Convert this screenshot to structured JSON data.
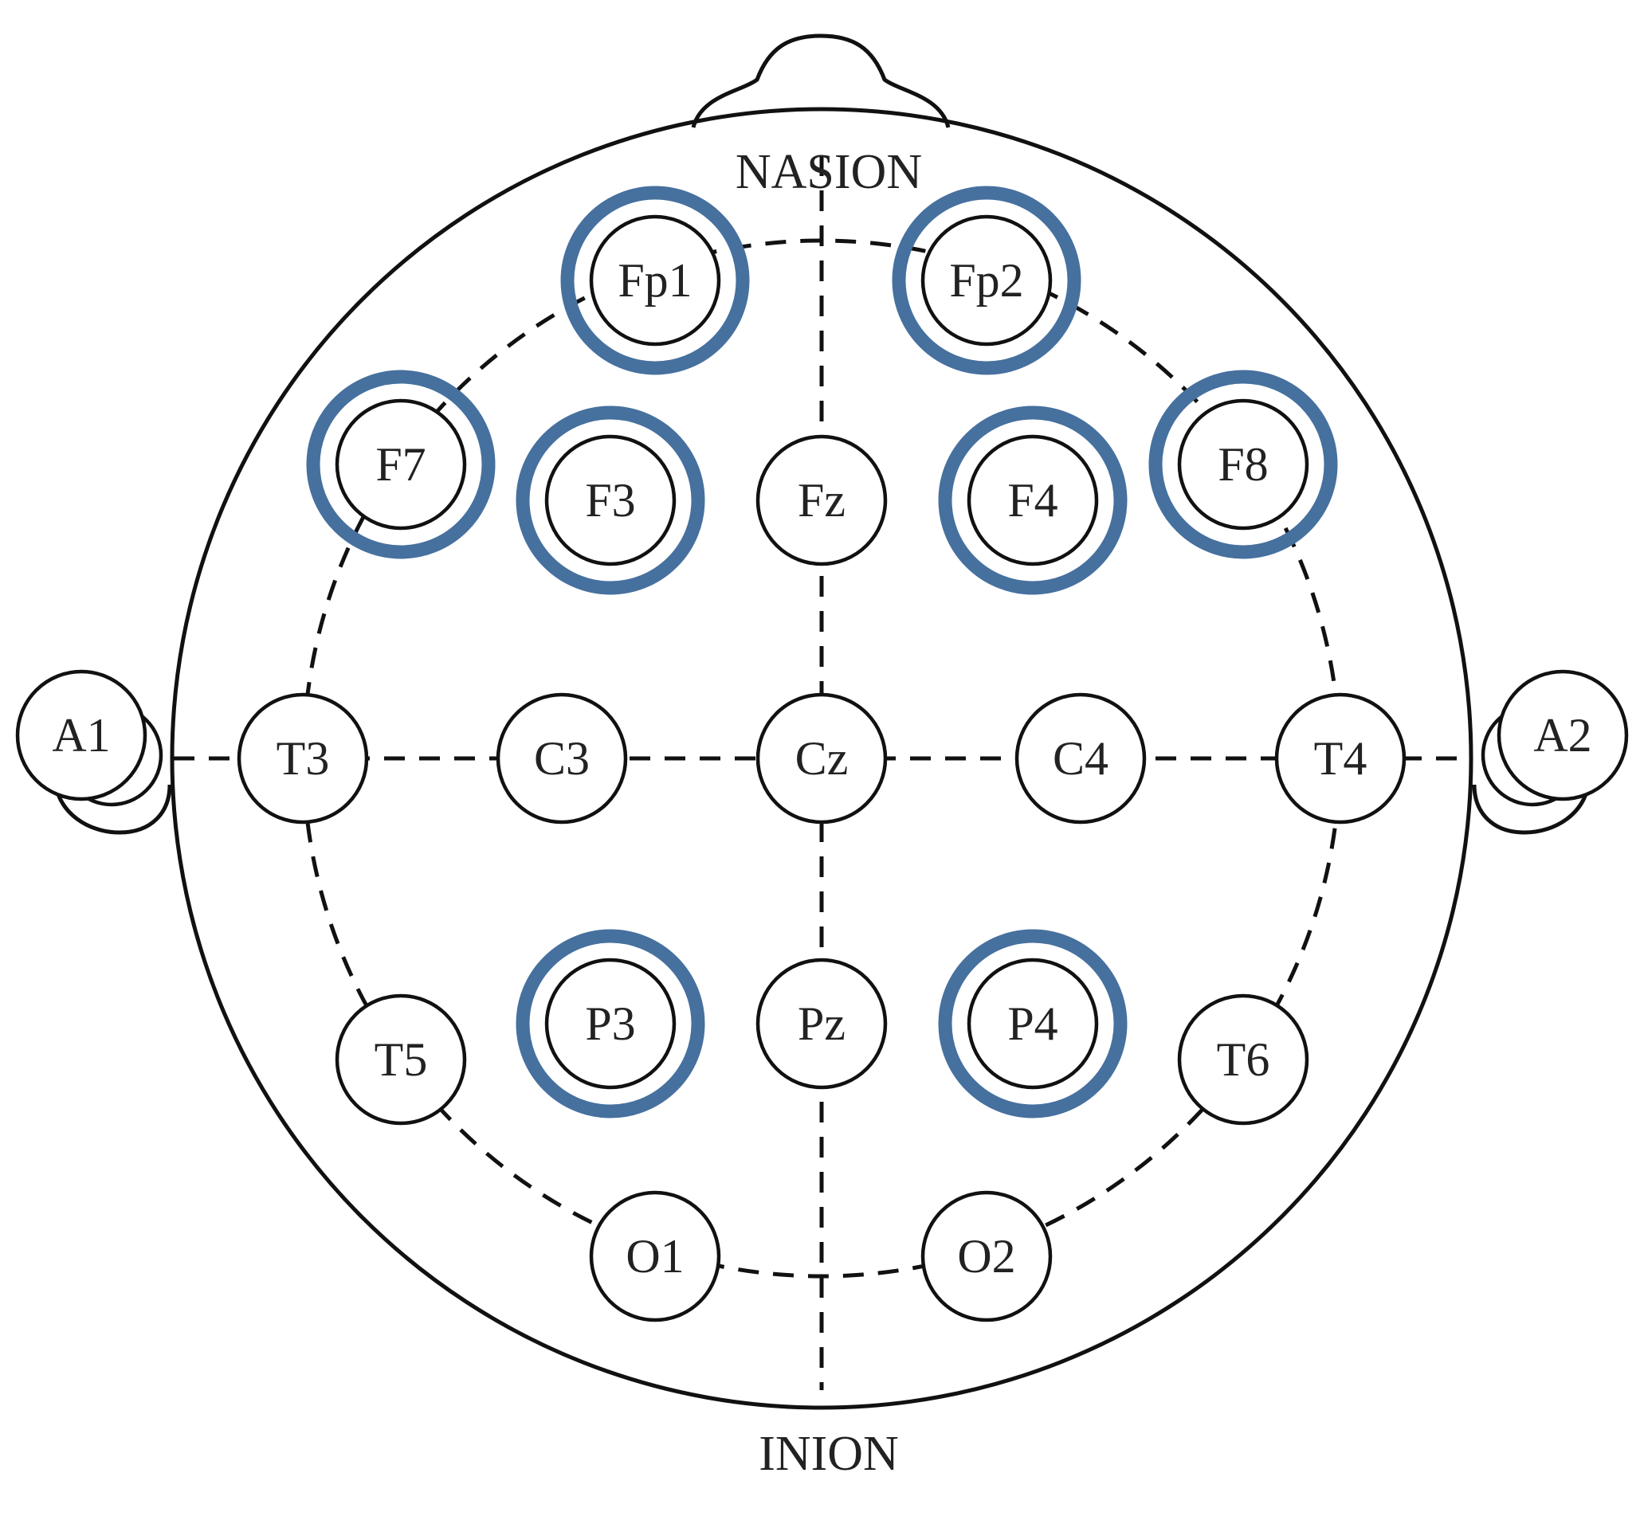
{
  "landmarks": {
    "top": "NASION",
    "bottom": "INION"
  },
  "electrodes": [
    {
      "id": "fp1",
      "label": "Fp1",
      "highlighted": true
    },
    {
      "id": "fp2",
      "label": "Fp2",
      "highlighted": true
    },
    {
      "id": "f7",
      "label": "F7",
      "highlighted": true
    },
    {
      "id": "f3",
      "label": "F3",
      "highlighted": true
    },
    {
      "id": "fz",
      "label": "Fz",
      "highlighted": false
    },
    {
      "id": "f4",
      "label": "F4",
      "highlighted": true
    },
    {
      "id": "f8",
      "label": "F8",
      "highlighted": true
    },
    {
      "id": "a1",
      "label": "A1",
      "highlighted": false
    },
    {
      "id": "t3",
      "label": "T3",
      "highlighted": false
    },
    {
      "id": "c3",
      "label": "C3",
      "highlighted": false
    },
    {
      "id": "cz",
      "label": "Cz",
      "highlighted": false
    },
    {
      "id": "c4",
      "label": "C4",
      "highlighted": false
    },
    {
      "id": "t4",
      "label": "T4",
      "highlighted": false
    },
    {
      "id": "a2",
      "label": "A2",
      "highlighted": false
    },
    {
      "id": "t5",
      "label": "T5",
      "highlighted": false
    },
    {
      "id": "p3",
      "label": "P3",
      "highlighted": true
    },
    {
      "id": "pz",
      "label": "Pz",
      "highlighted": false
    },
    {
      "id": "p4",
      "label": "P4",
      "highlighted": true
    },
    {
      "id": "t6",
      "label": "T6",
      "highlighted": false
    },
    {
      "id": "o1",
      "label": "O1",
      "highlighted": false
    },
    {
      "id": "o2",
      "label": "O2",
      "highlighted": false
    }
  ],
  "colors": {
    "highlight": "#46709E",
    "line": "#111111",
    "text": "#222222"
  }
}
